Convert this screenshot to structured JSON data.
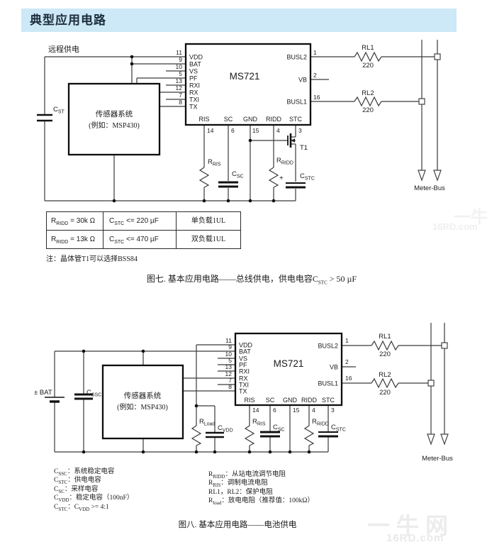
{
  "header": {
    "title": "典型应用电路"
  },
  "fig7": {
    "remote_label": "远程供电",
    "chip": "MS721",
    "sensor": {
      "line1": "传感器系统",
      "line2": "(例如：MSP430)"
    },
    "left_pins": [
      {
        "num": "11",
        "name": "VDD"
      },
      {
        "num": "9",
        "name": "BAT"
      },
      {
        "num": "10",
        "name": "VS"
      },
      {
        "num": "5",
        "name": "PF"
      },
      {
        "num": "13",
        "name": "RXI"
      },
      {
        "num": "12",
        "name": "RX"
      },
      {
        "num": "7",
        "name": "TXI"
      },
      {
        "num": "8",
        "name": "TX"
      }
    ],
    "right_pins": [
      {
        "num": "1",
        "name": "BUSL2"
      },
      {
        "num": "2",
        "name": "VB"
      },
      {
        "num": "16",
        "name": "BUSL1"
      }
    ],
    "bottom_pins": [
      {
        "num": "14",
        "name": "RIS"
      },
      {
        "num": "6",
        "name": "SC"
      },
      {
        "num": "15",
        "name": "GND"
      },
      {
        "num": "4",
        "name": "RIDD"
      },
      {
        "num": "3",
        "name": "STC"
      }
    ],
    "rl1": {
      "name": "RL1",
      "value": "220"
    },
    "rl2": {
      "name": "RL2",
      "value": "220"
    },
    "t1": "T1",
    "plus": "+",
    "comps": {
      "cst": {
        "pre": "C",
        "sub": "ST"
      },
      "rris": {
        "pre": "R",
        "sub": "RIS"
      },
      "csc": {
        "pre": "C",
        "sub": "SC"
      },
      "rridd": {
        "pre": "R",
        "sub": "RIDD"
      },
      "cstc": {
        "pre": "C",
        "sub": "STC"
      }
    },
    "meter_bus": "Meter-Bus",
    "table": {
      "rows": [
        {
          "c1_pre": "R",
          "c1_sub": "RIDD",
          "c1_rest": " = 30k Ω",
          "c2_pre": "C",
          "c2_sub": "STC",
          "c2_rest": " <= 220 µF",
          "c3": "单负载1UL"
        },
        {
          "c1_pre": "R",
          "c1_sub": "RIDD",
          "c1_rest": " = 13k Ω",
          "c2_pre": "C",
          "c2_sub": "STC",
          "c2_rest": " <= 470 µF",
          "c3": "双负载1UL"
        }
      ]
    },
    "note": "注：晶体管T1可以选择BSS84",
    "caption": {
      "pre": "图七. 基本应用电路——总线供电，供电电容C",
      "sub": "STC",
      "rest": " > 50 µF"
    }
  },
  "fig8": {
    "chip": "MS721",
    "battery_label": "± BAT",
    "sensor": {
      "line1": "传感器系统",
      "line2": "(例如：MSP430)"
    },
    "left_pins": [
      {
        "num": "11",
        "name": "VDD"
      },
      {
        "num": "9",
        "name": "BAT"
      },
      {
        "num": "10",
        "name": "VS"
      },
      {
        "num": "5",
        "name": "PF"
      },
      {
        "num": "13",
        "name": "RXI"
      },
      {
        "num": "12",
        "name": "RX"
      },
      {
        "num": "7",
        "name": "TXI"
      },
      {
        "num": "8",
        "name": "TX"
      }
    ],
    "right_pins": [
      {
        "num": "1",
        "name": "BUSL2"
      },
      {
        "num": "2",
        "name": "VB"
      },
      {
        "num": "16",
        "name": "BUSL1"
      }
    ],
    "bottom_pins": [
      {
        "num": "14",
        "name": "RIS"
      },
      {
        "num": "6",
        "name": "SC"
      },
      {
        "num": "15",
        "name": "GND"
      },
      {
        "num": "4",
        "name": "RIDD"
      },
      {
        "num": "3",
        "name": "STC"
      }
    ],
    "rl1": {
      "name": "RL1",
      "value": "220"
    },
    "rl2": {
      "name": "RL2",
      "value": "220"
    },
    "comps": {
      "cssc": {
        "pre": "C",
        "sub": "SSC"
      },
      "rload": {
        "pre": "R",
        "sub": "Load"
      },
      "cvdd": {
        "pre": "C",
        "sub": "VDD"
      },
      "rris": {
        "pre": "R",
        "sub": "RIS"
      },
      "csc": {
        "pre": "C",
        "sub": "SC"
      },
      "rridd": {
        "pre": "R",
        "sub": "RIDD"
      },
      "cstc": {
        "pre": "C",
        "sub": "STC"
      }
    },
    "meter_bus": "Meter-Bus",
    "legend_left": [
      {
        "pre": "C",
        "sub": "SSC",
        "rest": "：系统稳定电容"
      },
      {
        "pre": "C",
        "sub": "STC",
        "rest": "：供电电容"
      },
      {
        "pre": "C",
        "sub": "SC",
        "rest": "：采样电容"
      },
      {
        "pre": "C",
        "sub": "VDD",
        "rest": "：稳定电容（100nF）"
      },
      {
        "pre": "C",
        "sub": "STC",
        "rest": "：C",
        "sub2": "VDD",
        "rest2": " >= 4:1"
      }
    ],
    "legend_right": [
      {
        "pre": "R",
        "sub": "RIDD",
        "rest": "：从站电流调节电阻"
      },
      {
        "pre": "R",
        "sub": "RIS",
        "rest": "：调制电流电阻"
      },
      {
        "pre": "RL1，RL2",
        "rest": "：保护电阻"
      },
      {
        "pre": "R",
        "sub": "load",
        "rest": "：放电电阻（推荐值：100kΩ）"
      }
    ],
    "caption": "图八. 基本应用电路——电池供电"
  },
  "watermark": {
    "brand": "一牛网",
    "site": "16RD.com",
    "brand_mid": "一牛网",
    "site_mid": "16RD.com"
  }
}
